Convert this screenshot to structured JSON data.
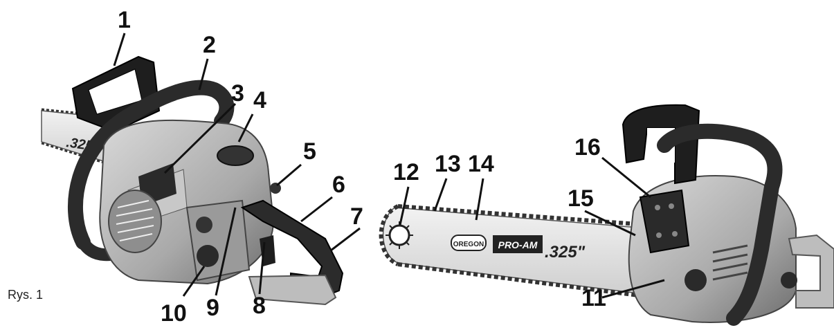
{
  "figure": {
    "caption": "Rys. 1",
    "callouts": [
      "1",
      "2",
      "3",
      "4",
      "5",
      "6",
      "7",
      "8",
      "9",
      "10",
      "11",
      "12",
      "13",
      "14",
      "15",
      "16"
    ],
    "bar_print": {
      "brand": "OREGON",
      "model": "PRO-AM",
      "pitch": ".325\""
    },
    "left_bar_print": ".325\""
  }
}
